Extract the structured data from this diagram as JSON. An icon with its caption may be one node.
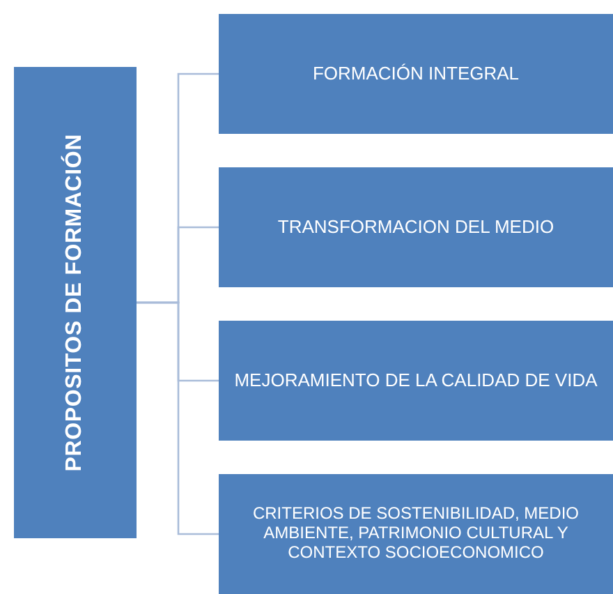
{
  "diagram": {
    "nodes": [
      {
        "text": [
          "PROPOSITOS DE FORMACIÓN"
        ]
      },
      {
        "text": [
          "FORMACIÓN INTEGRAL"
        ]
      },
      {
        "text": [
          "TRANSFORMACION DEL MEDIO"
        ]
      },
      {
        "text": [
          "MEJORAMIENTO DE LA CALIDAD DE VIDA"
        ]
      },
      {
        "text": [
          "CRITERIOS DE SOSTENIBILIDAD, MEDIO AMBIENTE, PATRIMONIO CULTURAL Y CONTEXTO SOCIOECONOMICO"
        ]
      }
    ],
    "edges": [
      {
        "from": 0,
        "to": 1,
        "arrow": "none"
      },
      {
        "from": 0,
        "to": 2,
        "arrow": "none"
      },
      {
        "from": 0,
        "to": 3,
        "arrow": "none"
      },
      {
        "from": 0,
        "to": 4,
        "arrow": "none"
      }
    ]
  }
}
